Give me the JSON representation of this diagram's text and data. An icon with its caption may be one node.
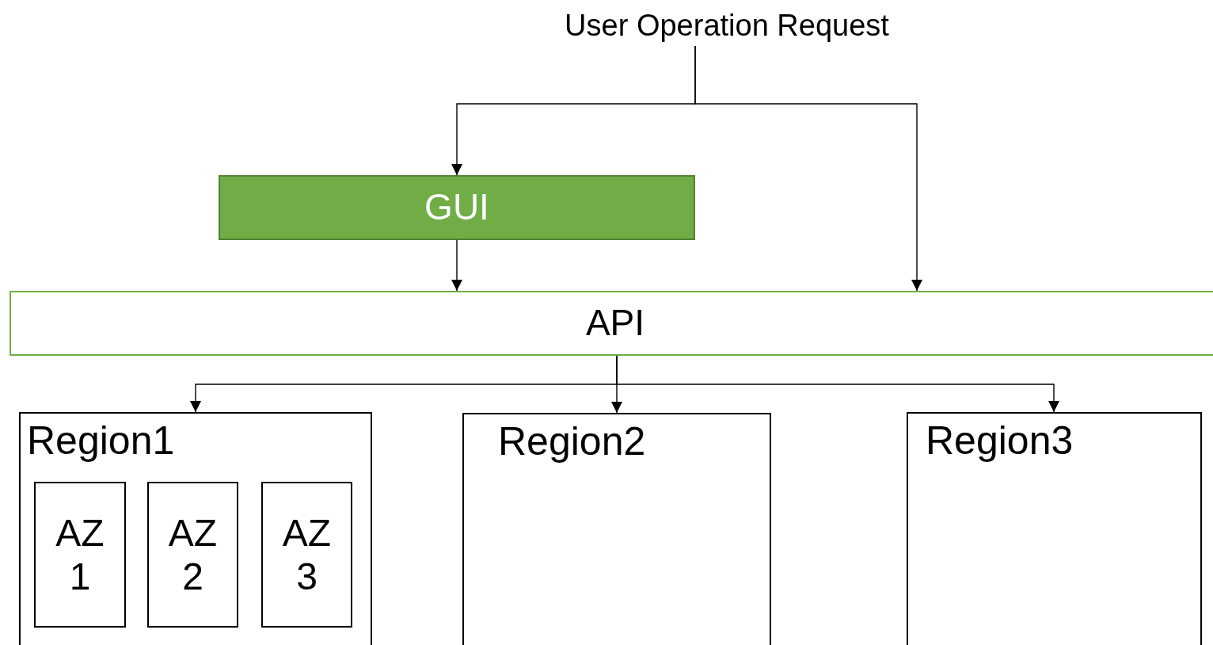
{
  "diagram": {
    "nodes": [
      {
        "text": [
          "User Operation Request"
        ]
      },
      {
        "text": [
          "GUI"
        ]
      },
      {
        "text": [
          "API"
        ]
      },
      {
        "text": [
          "Region1"
        ]
      },
      {
        "text": [
          "AZ 1"
        ],
        "in": 3
      },
      {
        "text": [
          "AZ 2"
        ],
        "in": 3
      },
      {
        "text": [
          "AZ 3"
        ],
        "in": 3
      },
      {
        "text": [
          "Region2"
        ]
      },
      {
        "text": [
          "Region3"
        ]
      }
    ],
    "edges": [
      {
        "from": 0,
        "to": 1,
        "arrow": "to"
      },
      {
        "from": 0,
        "to": 2,
        "arrow": "to"
      },
      {
        "from": 1,
        "to": 2,
        "arrow": "to"
      },
      {
        "from": 2,
        "to": 3,
        "arrow": "to"
      },
      {
        "from": 2,
        "to": 7,
        "arrow": "to"
      },
      {
        "from": 2,
        "to": 8,
        "arrow": "to"
      }
    ]
  }
}
